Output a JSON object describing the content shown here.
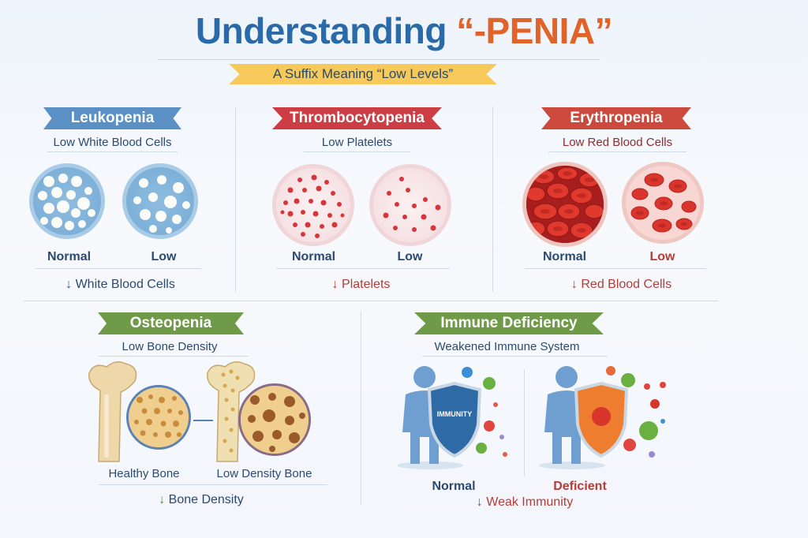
{
  "header": {
    "title_part1": "Understanding ",
    "title_part2": "“-PENIA”",
    "subtitle": "A Suffix Meaning “Low Levels”"
  },
  "colors": {
    "title_blue": "#2a6aa8",
    "title_orange": "#e0642a",
    "subtitle_ribbon": "#f7c95a",
    "ribbon_blue": "#5b90c5",
    "ribbon_red": "#cc3d44",
    "ribbon_green": "#6f9a48"
  },
  "sections": {
    "leukopenia": {
      "title": "Leukopenia",
      "subtitle": "Low White Blood Cells",
      "left_label": "Normal",
      "right_label": "Low",
      "footer_arrow": "↓",
      "footer_text": "White Blood Cells"
    },
    "thrombocytopenia": {
      "title": "Thrombocytopenia",
      "subtitle": "Low Platelets",
      "left_label": "Normal",
      "right_label": "Low",
      "footer_arrow": "↓",
      "footer_text": "Platelets"
    },
    "erythropenia": {
      "title": "Erythropenia",
      "subtitle": "Low Red Blood Cells",
      "left_label": "Normal",
      "right_label": "Low",
      "footer_arrow": "↓",
      "footer_text": "Red Blood Cells"
    },
    "osteopenia": {
      "title": "Osteopenia",
      "subtitle": "Low Bone Density",
      "left_label": "Healthy Bone",
      "right_label": "Low Density Bone",
      "footer_arrow": "↓",
      "footer_text": "Bone Density"
    },
    "immune": {
      "title": "Immune Deficiency",
      "subtitle": "Weakened Immune System",
      "shield_text": "IMMUNITY",
      "left_label": "Normal",
      "right_label": "Deficient",
      "footer_arrow": "↓",
      "footer_text": "Weak Immunity"
    }
  }
}
